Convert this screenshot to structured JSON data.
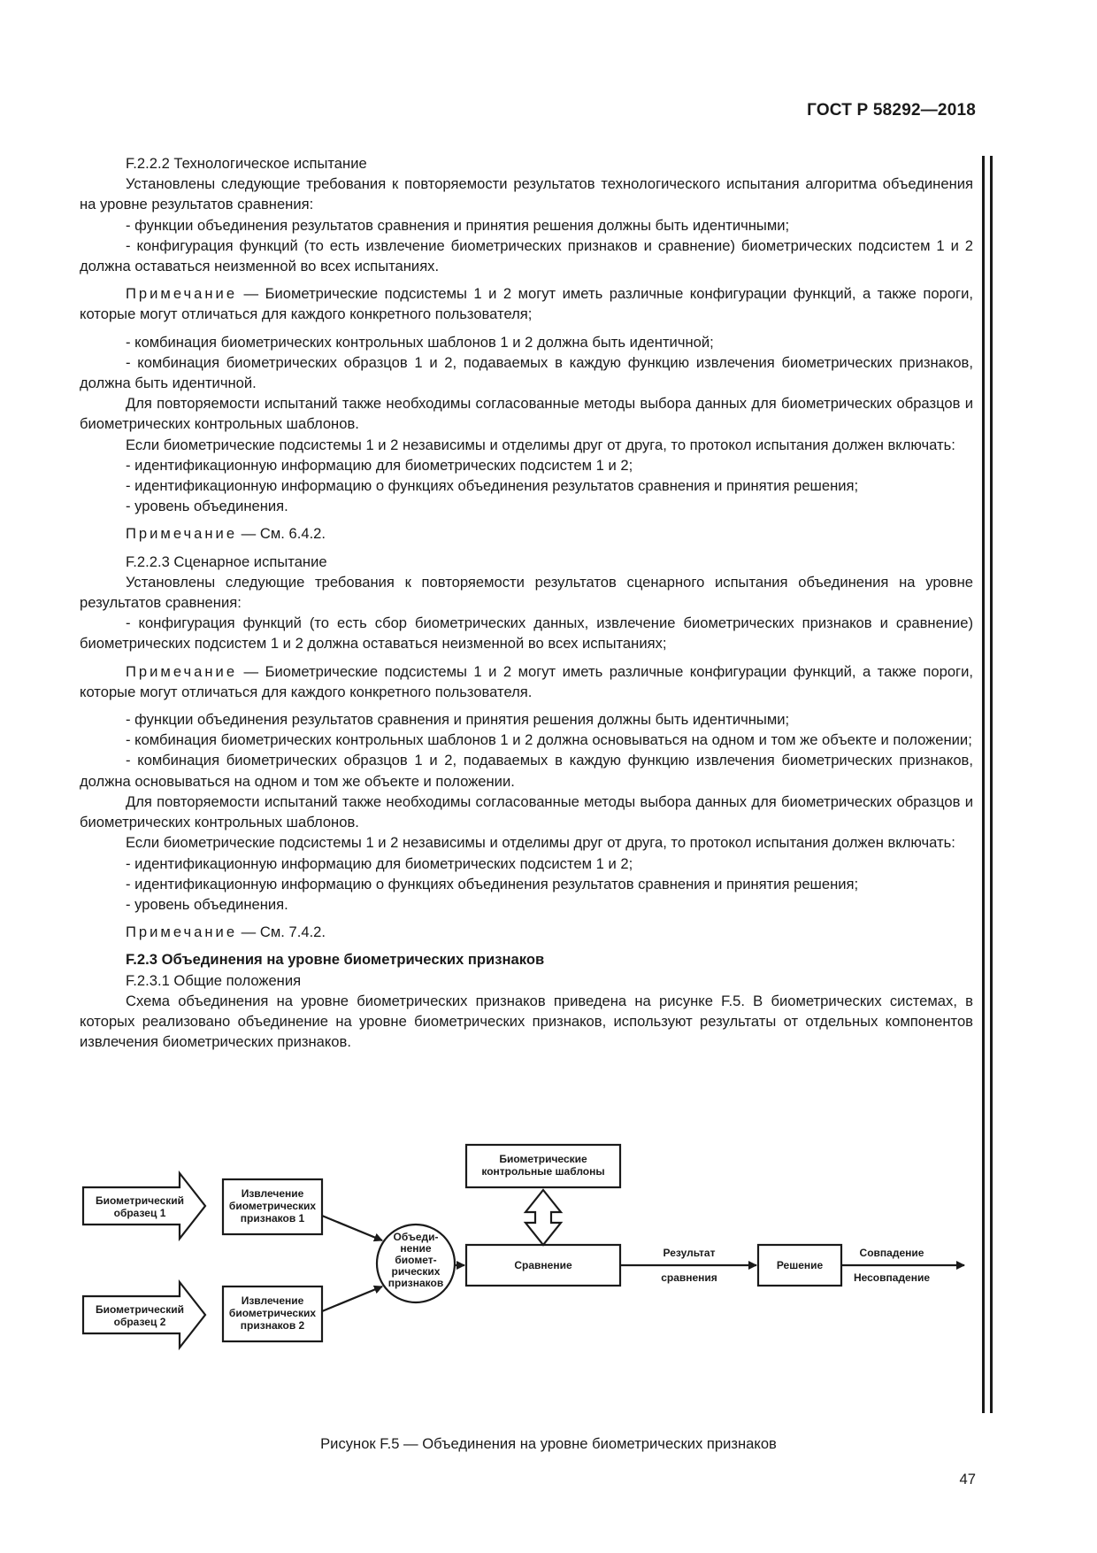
{
  "header": {
    "doc_code": "ГОСТ Р 58292—2018"
  },
  "paragraphs": [
    "F.2.2.2 Технологическое испытание",
    "Установлены следующие требования к повторяемости результатов технологического испытания алгоритма объединения на уровне результатов сравнения:",
    "- функции объединения результатов сравнения и принятия решения должны быть идентичными;",
    "- конфигурация функций (то есть извлечение биометрических признаков и сравнение) биометрических подсистем 1 и 2 должна оставаться неизменной во всех испытаниях.",
    "",
    "- комбинация биометрических контрольных шаблонов 1 и 2 должна быть идентичной;",
    "- комбинация биометрических образцов 1 и 2, подаваемых в каждую функцию извлечения биометрических признаков, должна быть идентичной.",
    "Для повторяемости испытаний также необходимы согласованные методы выбора данных для биометрических образцов и биометрических контрольных шаблонов.",
    "Если биометрические подсистемы 1 и 2 независимы и отделимы друг от друга, то протокол испытания должен включать:",
    "- идентификационную информацию для биометрических подсистем 1 и 2;",
    "- идентификационную информацию о функциях объединения результатов сравнения и принятия решения;",
    "- уровень объединения.",
    "",
    "F.2.2.3 Сценарное испытание",
    "Установлены следующие требования к повторяемости результатов сценарного испытания объединения на уровне результатов сравнения:",
    "- конфигурация функций (то есть сбор биометрических данных, извлечение биометрических признаков и сравнение) биометрических подсистем 1 и 2 должна оставаться неизменной во всех испытаниях;",
    "",
    "- функции объединения результатов сравнения и принятия решения должны быть идентичными;",
    "- комбинация биометрических контрольных шаблонов 1 и 2 должна основываться на одном и том же объекте и положении;",
    "- комбинация биометрических образцов 1 и 2, подаваемых в каждую функцию извлечения биометрических признаков, должна основываться на одном и том же объекте и положении.",
    "Для повторяемости испытаний также необходимы согласованные методы выбора данных для биометрических образцов и биометрических контрольных шаблонов.",
    "Если биометрические подсистемы 1 и 2 независимы и отделимы друг от друга, то протокол испытания должен включать:",
    "- идентификационную информацию для биометрических подсистем 1 и 2;",
    "- идентификационную информацию о функциях объединения результатов сравнения и принятия решения;",
    "- уровень объединения.",
    "",
    "F.2.3 Объединения на уровне биометрических признаков",
    "F.2.3.1 Общие положения",
    "Схема объединения на уровне биометрических признаков приведена на рисунке F.5. В биометрических системах, в которых реализовано объединение на уровне биометрических признаков, используют результаты от отдельных компонентов извлечения биометрических признаков."
  ],
  "notes": {
    "label": "Примечание",
    "dash": "—",
    "n1": "Биометрические подсистемы 1 и 2 могут иметь различные конфигурации функций, а также пороги, которые могут отличаться для каждого конкретного пользователя;",
    "n2": "См. 6.4.2.",
    "n3": "Биометрические подсистемы 1 и 2 могут иметь различные конфигурации функций, а также пороги, которые могут отличаться для каждого конкретного пользователя.",
    "n4": "См. 7.4.2."
  },
  "figure": {
    "sample1": [
      "Биометрический",
      "образец 1"
    ],
    "sample2": [
      "Биометрический",
      "образец 2"
    ],
    "extract1": [
      "Извлечение",
      "биометрических",
      "признаков 1"
    ],
    "extract2": [
      "Извлечение",
      "биометрических",
      "признаков 2"
    ],
    "fusion": [
      "Объеди-",
      "нение",
      "биомет-",
      "рических",
      "признаков"
    ],
    "templates": [
      "Биометрические",
      "контрольные шаблоны"
    ],
    "compare": "Сравнение",
    "result_top": "Результат",
    "result_bottom": "сравнения",
    "decision": "Решение",
    "match": "Совпадение",
    "nonmatch": "Несовпадение"
  },
  "caption": "Рисунок F.5 — Объединения на уровне биометрических признаков",
  "page_number": "47"
}
